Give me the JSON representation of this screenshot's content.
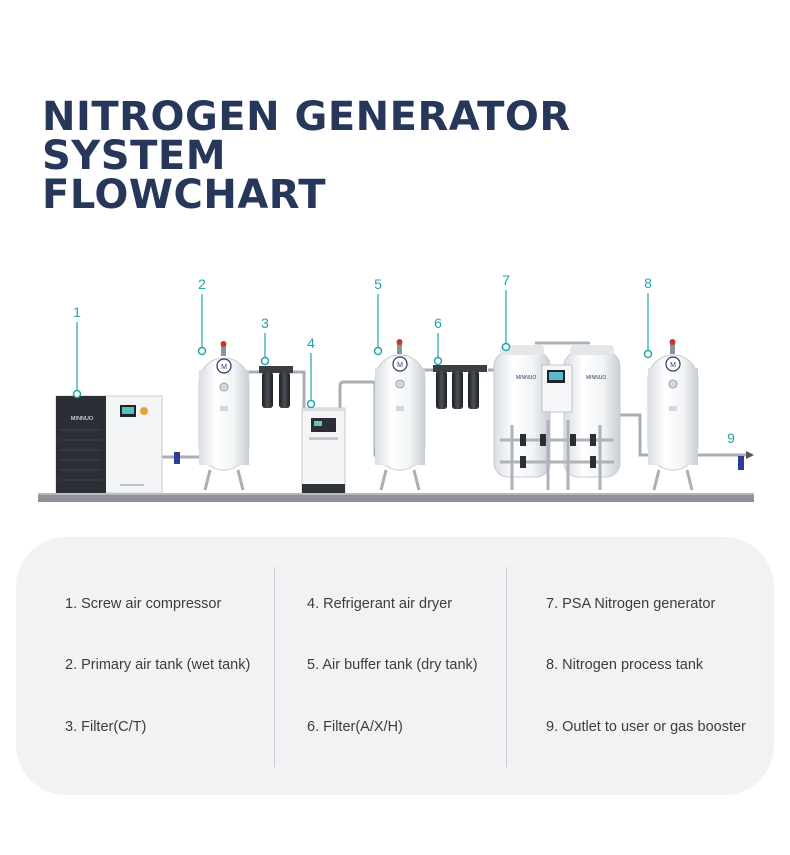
{
  "title": {
    "line1": "NITROGEN GENERATOR",
    "line2": "SYSTEM",
    "line3": "FLOWCHART"
  },
  "brand": {
    "name": "MINNUO"
  },
  "callouts": [
    "1",
    "2",
    "3",
    "4",
    "5",
    "6",
    "7",
    "8",
    "9"
  ],
  "legend": {
    "columns": [
      [
        "1. Screw air compressor",
        "2. Primary air tank (wet tank)",
        "3. Filter(C/T)"
      ],
      [
        "4. Refrigerant air dryer",
        "5. Air buffer tank (dry tank)",
        "6. Filter(A/X/H)"
      ],
      [
        "7. PSA Nitrogen generator",
        "8. Nitrogen process tank",
        "9. Outlet to user or gas booster"
      ]
    ]
  },
  "colors": {
    "title": "#27375a",
    "callout": "#1fa7a3",
    "legend_bg": "#f1f2f4",
    "equipment": "#f4f6f8",
    "compressor_dark": "#2b2f35"
  }
}
